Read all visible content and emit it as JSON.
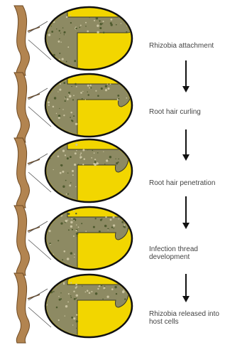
{
  "colors": {
    "disc_fill": "#f2d600",
    "disc_outline": "#111111",
    "root_fill": "#b28450",
    "root_stroke": "#6e4a23",
    "hair_fill": "#8d8a63",
    "hair_speckle": "#4e5a2e",
    "arrow": "#111111",
    "label_text": "#444444"
  },
  "steps": [
    {
      "label": "Rhizobia attachment"
    },
    {
      "label": "Root hair curling"
    },
    {
      "label": "Root hair penetration"
    },
    {
      "label": "Infection thread\ndevelopment"
    },
    {
      "label": "Rhizobia released into\nhost cells"
    }
  ],
  "arrows": [
    {
      "name": "down-arrow-1"
    },
    {
      "name": "down-arrow-2"
    },
    {
      "name": "down-arrow-3"
    },
    {
      "name": "down-arrow-4"
    }
  ]
}
